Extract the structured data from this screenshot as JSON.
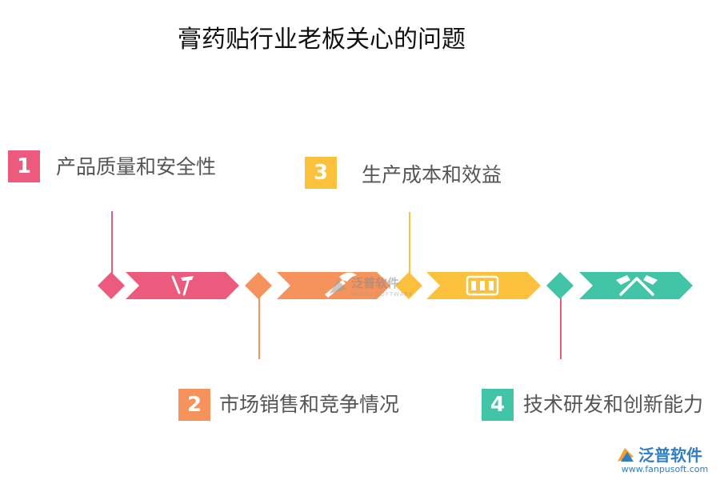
{
  "title": "膏药贴行业老板关心的问题",
  "colors": {
    "pink": "#ec5a7e",
    "orange": "#f6925b",
    "yellow": "#fbc13c",
    "teal": "#42c4a6"
  },
  "items": [
    {
      "number": "1",
      "label": "产品质量和安全性",
      "icon": "tools-icon"
    },
    {
      "number": "2",
      "label": "市场销售和竞争情况",
      "icon": "wrench-icon"
    },
    {
      "number": "3",
      "label": "生产成本和效益",
      "icon": "bricks-icon"
    },
    {
      "number": "4",
      "label": "技术研发和创新能力",
      "icon": "hammers-icon"
    }
  ],
  "brand": {
    "name": "泛普软件",
    "url": "www.fanpusoft.com"
  },
  "watermark": {
    "name": "泛普软件",
    "sub": "FANPU SOFTWARE"
  }
}
